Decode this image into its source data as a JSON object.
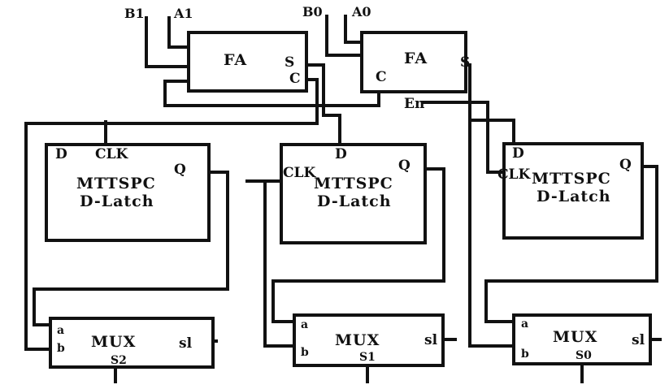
{
  "inputs": {
    "b1": "B1",
    "a1": "A1",
    "b0": "B0",
    "a0": "A0",
    "en": "En"
  },
  "full_adders": [
    {
      "title": "FA",
      "sum_pin": "S",
      "carry_pin": "C"
    },
    {
      "title": "FA",
      "sum_pin": "S",
      "carry_pin": "C"
    }
  ],
  "latches": [
    {
      "title": "MTTSPC",
      "subtitle": "D-Latch",
      "d_pin": "D",
      "clk_pin": "CLK",
      "q_pin": "Q"
    },
    {
      "title": "MTTSPC",
      "subtitle": "D-Latch",
      "d_pin": "D",
      "clk_pin": "CLK",
      "q_pin": "Q"
    },
    {
      "title": "MTTSPC",
      "subtitle": "D-Latch",
      "d_pin": "D",
      "clk_pin": "CLK",
      "q_pin": "Q"
    }
  ],
  "muxes": [
    {
      "title": "MUX",
      "a_pin": "a",
      "b_pin": "b",
      "sel_pin": "sl",
      "output": "S2"
    },
    {
      "title": "MUX",
      "a_pin": "a",
      "b_pin": "b",
      "sel_pin": "sl",
      "output": "S1"
    },
    {
      "title": "MUX",
      "a_pin": "a",
      "b_pin": "b",
      "sel_pin": "sl",
      "output": "S0"
    }
  ]
}
